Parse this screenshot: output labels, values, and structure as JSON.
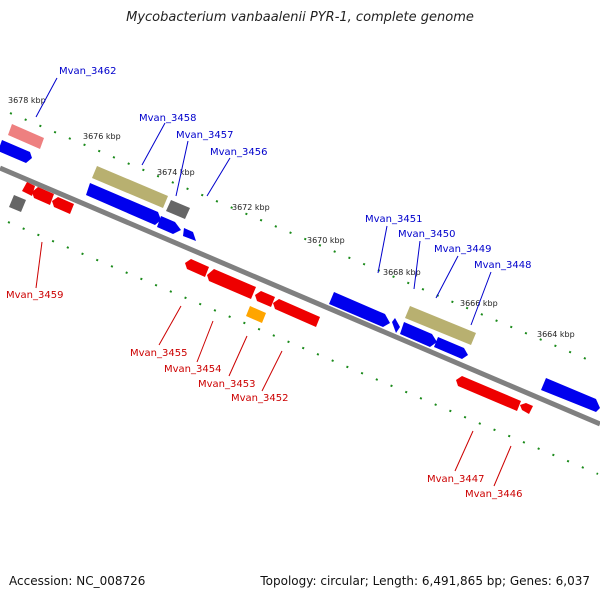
{
  "title": "Mycobacterium vanbaalenii PYR-1, complete genome",
  "footer": {
    "accession": "Accession: NC_008726",
    "summary": "Topology: circular; Length: 6,491,865 bp; Genes: 6,037"
  },
  "colors": {
    "forward_gene": "#0000ee",
    "reverse_gene": "#ee0000",
    "rna": "#ffa500",
    "pseudogene": "#b8b070",
    "other": "#666666",
    "backbone": "#808080",
    "tick": "#1a8a1a",
    "label_forward": "#0000cc",
    "label_reverse": "#cc0000"
  },
  "kbp_labels": [
    "3678 kbp",
    "3676 kbp",
    "3674 kbp",
    "3672 kbp",
    "3670 kbp",
    "3668 kbp",
    "3666 kbp",
    "3664 kbp"
  ],
  "top_labels": [
    "Mvan_3462",
    "Mvan_3458",
    "Mvan_3457",
    "Mvan_3456",
    "Mvan_3451",
    "Mvan_3450",
    "Mvan_3449",
    "Mvan_3448"
  ],
  "bottom_labels": [
    "Mvan_3459",
    "Mvan_3455",
    "Mvan_3454",
    "Mvan_3453",
    "Mvan_3452",
    "Mvan_3447",
    "Mvan_3446"
  ]
}
